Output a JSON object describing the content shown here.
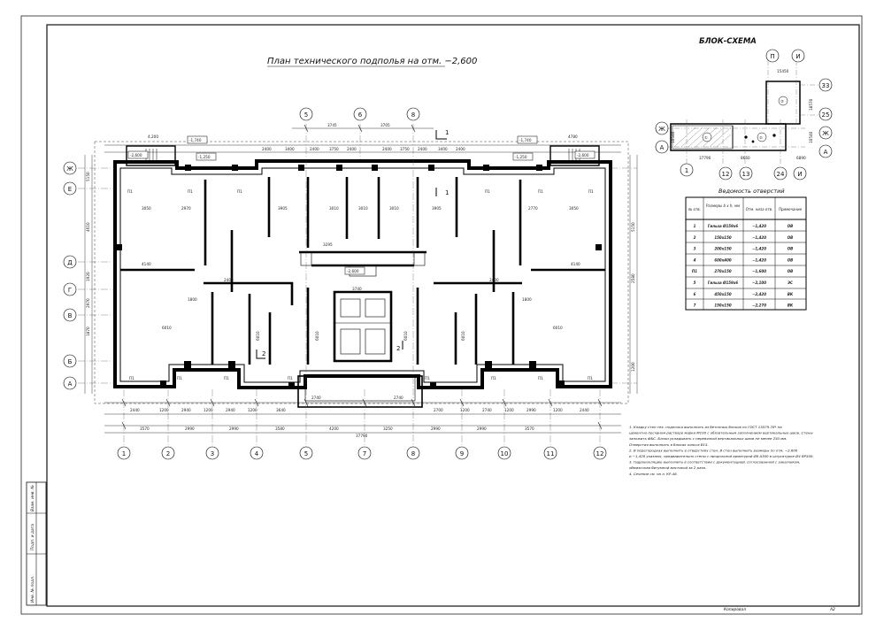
{
  "sheet": {
    "plan_title": "План технического подполья на отм. −2,600",
    "block_title": "БЛОК-СХЕМА",
    "footer_left": "Копировал",
    "footer_right": "А2"
  },
  "plan": {
    "axes_top": [
      "5",
      "6",
      "8"
    ],
    "axes_bottom": [
      "1",
      "2",
      "3",
      "4",
      "5",
      "7",
      "8",
      "9",
      "10",
      "11",
      "12"
    ],
    "axes_left": [
      "Ж",
      "Е",
      "Д",
      "Г",
      "В",
      "Б",
      "А"
    ],
    "total_dim": "37790",
    "level_tags": [
      "-1,740",
      "-2,600",
      "-1,250",
      "-1,740",
      "-2,600",
      "-1,250",
      "-2,600"
    ],
    "section_marks": [
      "1",
      "1",
      "2",
      "2"
    ],
    "dims_top": [
      "3745",
      "3705",
      "4,200",
      "4780",
      "2400",
      "3400",
      "2400",
      "3750",
      "2400",
      "2400",
      "3750",
      "2400",
      "3400",
      "2400"
    ],
    "dims_bottom_1": [
      "2440",
      "1200",
      "2940",
      "1200",
      "2940",
      "1200",
      "3640",
      "2700",
      "1200",
      "2740",
      "1200",
      "2990",
      "1200",
      "2440"
    ],
    "dims_bottom_2": [
      "3570",
      "2990",
      "2990",
      "3580",
      "4200",
      "3250",
      "2990",
      "2990",
      "3570"
    ],
    "dims_left": [
      "5150",
      "4610",
      "1920",
      "2970",
      "1870",
      "5150",
      "2580",
      "1200"
    ],
    "room_dims": [
      "3050",
      "2970",
      "3010",
      "3905",
      "3010",
      "3010",
      "3905",
      "2770",
      "3050",
      "6010",
      "6010",
      "6010",
      "6010",
      "6010",
      "6010",
      "1800",
      "1800",
      "4140",
      "4140",
      "3295",
      "3740",
      "2400",
      "2400",
      "2740",
      "2740"
    ],
    "opening_tags": [
      "П1",
      "П1",
      "П1",
      "П1",
      "П1",
      "П1",
      "П1",
      "П1",
      "П1",
      "П1",
      "П1",
      "П1",
      "П1",
      "П1"
    ]
  },
  "block_scheme": {
    "axes_top": [
      "П",
      "И"
    ],
    "axes_bottom": [
      "1",
      "12",
      "13",
      "24",
      "И"
    ],
    "axes_left": [
      "Ж",
      "А"
    ],
    "axes_right": [
      "33",
      "25",
      "Ж",
      "А"
    ],
    "dims": [
      "15450",
      "37790",
      "8660",
      "6890",
      "18570",
      "10540",
      "10540"
    ],
    "sections": [
      "①",
      "②",
      "③"
    ]
  },
  "openings_table": {
    "title": "Ведомость отверстий",
    "headers": [
      "№ отв.",
      "Размеры b x h, мм",
      "Отм. низа отв.",
      "Примечание"
    ],
    "rows": [
      [
        "1",
        "Гильза Ø159х6",
        "−1,420",
        "ОВ"
      ],
      [
        "2",
        "150х150",
        "−1,420",
        "ОВ"
      ],
      [
        "3",
        "200х150",
        "−1,420",
        "ОВ"
      ],
      [
        "4",
        "600х400",
        "−1,420",
        "ОВ"
      ],
      [
        "П1",
        "270х150",
        "−1,600",
        "ОВ"
      ],
      [
        "5",
        "Гильза Ø159х6",
        "−2,100",
        "ЭС"
      ],
      [
        "6",
        "450х150",
        "−2,420",
        "ВК"
      ],
      [
        "7",
        "150х150",
        "−2,270",
        "ВК"
      ]
    ]
  },
  "notes": [
    "1. Кладку стен тех. подполья выполнять из бетонных блоков по ГОСТ 13579-78* на",
    "   цементно-песчаном растворе марки М100 с обязательным заполнением вертикальных швов. Стены",
    "   заложить ФБС. Блоки укладывать с перевязкой вертикальных швов не менее 250 мм.",
    "   Отверстия выполнить в блоках класса В15.",
    "2. В перегородках выполнить в отверстиях стен. В стен выполнить размеры по отм. −2,600",
    "   и −1,420 указаны, предварительно стены с продольной арматурой Ø8 А300 в штукатурке Ø4 ВР500.",
    "3. Гидроизоляцию выполнить в соответствии с документацией, согласованной с заказчиком,",
    "   обмазочная битумной мастикой за 2 раза.",
    "4. Сечение см. на л. КР-48."
  ],
  "stamp": {
    "left_fields": [
      "Взам. инв. №",
      "Подп. и дата",
      "Инв. № подл."
    ]
  }
}
